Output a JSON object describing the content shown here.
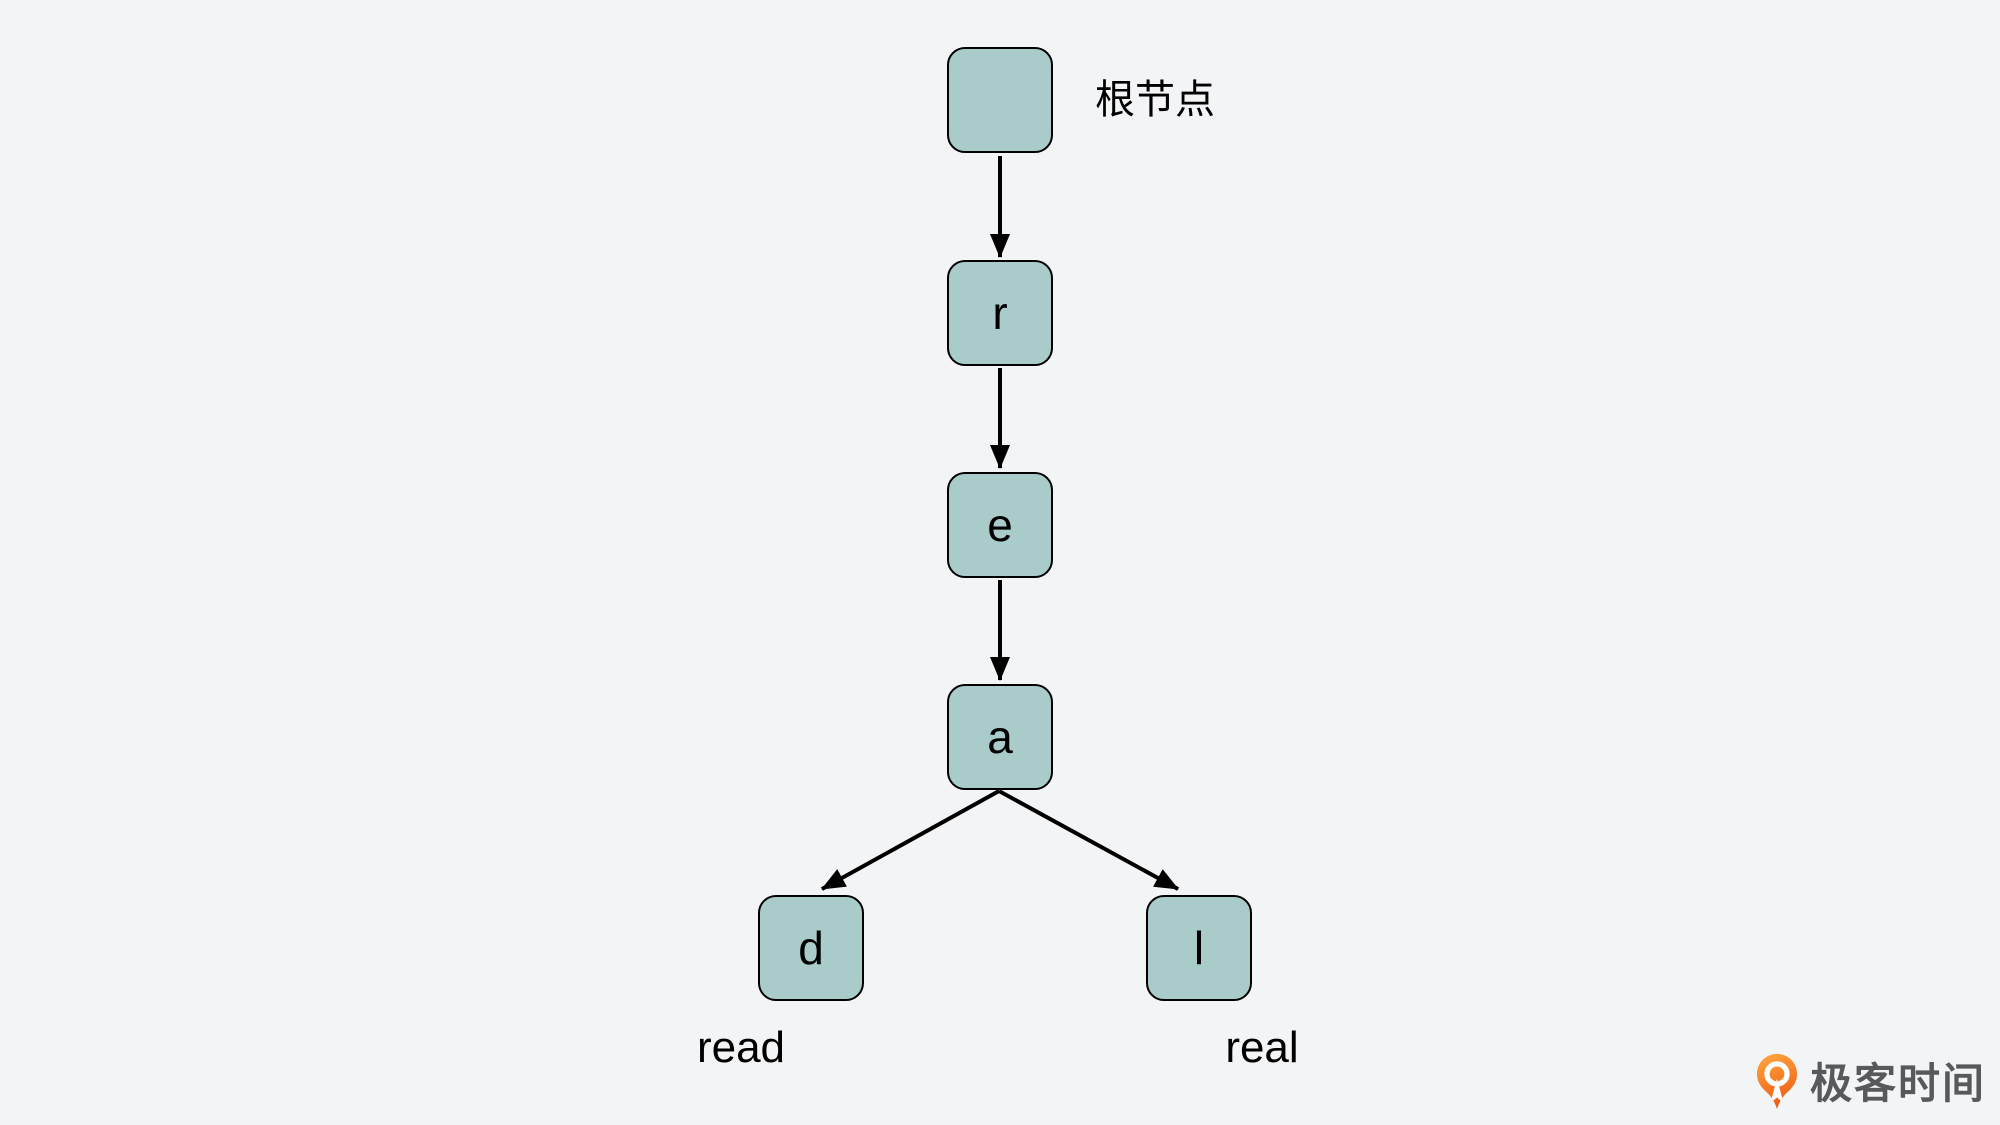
{
  "diagram": {
    "type": "trie-tree",
    "annotation_root": "根节点",
    "nodes": [
      {
        "id": "root",
        "label": ""
      },
      {
        "id": "r",
        "label": "r"
      },
      {
        "id": "e",
        "label": "e"
      },
      {
        "id": "a",
        "label": "a"
      },
      {
        "id": "d",
        "label": "d"
      },
      {
        "id": "l",
        "label": "l"
      }
    ],
    "edges": [
      {
        "from": "root",
        "to": "r"
      },
      {
        "from": "r",
        "to": "e"
      },
      {
        "from": "e",
        "to": "a"
      },
      {
        "from": "a",
        "to": "d"
      },
      {
        "from": "a",
        "to": "l"
      }
    ],
    "words": [
      {
        "text": "read"
      },
      {
        "text": "real"
      }
    ]
  },
  "colors": {
    "background": "#f3f4f6",
    "node_fill": "#a9cccb",
    "node_border": "#000000",
    "edge": "#000000",
    "logo_orange_light": "#ffa53f",
    "logo_orange_dark": "#ec5a13",
    "logo_text_color": "#58595b"
  },
  "branding": {
    "logo_text": "极客时间"
  }
}
